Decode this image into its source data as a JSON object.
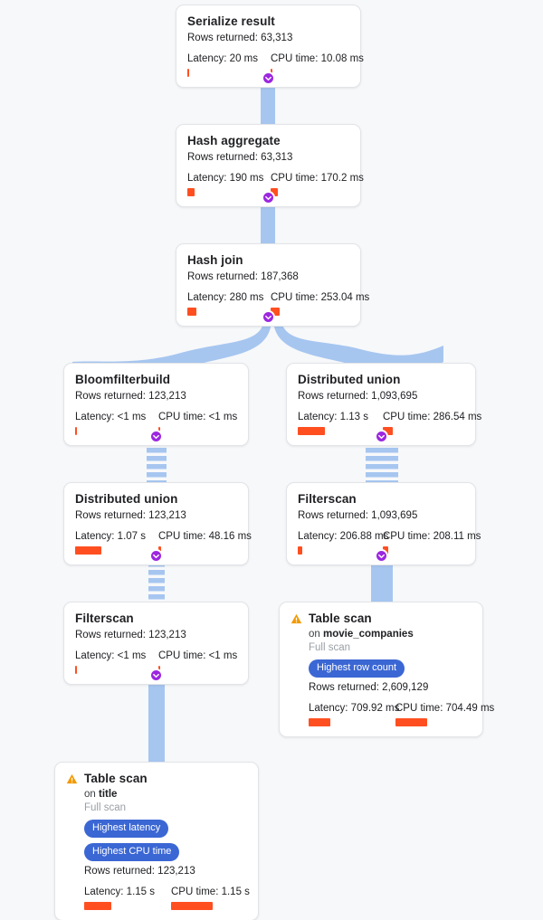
{
  "theme": {
    "background": "#f7f8fa",
    "card_background": "#ffffff",
    "edge_color": "#a6c6f0",
    "toggle_color": "#9c27e0",
    "bar_color": "#ff4f21",
    "badge_color": "#3b67d4",
    "warning_color": "#f29900"
  },
  "labels": {
    "rows_prefix": "Rows returned: ",
    "latency_prefix": "Latency: ",
    "cpu_prefix": "CPU time: ",
    "on_prefix": "on ",
    "toggle_icon": "chevron-down-icon",
    "warning_icon": "warning-triangle-icon"
  },
  "nodes": [
    {
      "id": "serialize-result",
      "title": "Serialize result",
      "rows": "Rows returned: 63,313",
      "latency": "Latency: 20 ms",
      "cpu": "CPU time: 10.08 ms",
      "latency_bar_pct": 2,
      "cpu_bar_pct": 2,
      "warning": false,
      "table": null,
      "scan_type": null,
      "badges": []
    },
    {
      "id": "hash-aggregate",
      "title": "Hash aggregate",
      "rows": "Rows returned: 63,313",
      "latency": "Latency: 190 ms",
      "cpu": "CPU time: 170.2 ms",
      "latency_bar_pct": 17,
      "cpu_bar_pct": 15,
      "warning": false,
      "table": null,
      "scan_type": null,
      "badges": []
    },
    {
      "id": "hash-join",
      "title": "Hash join",
      "rows": "Rows returned: 187,368",
      "latency": "Latency: 280 ms",
      "cpu": "CPU time: 253.04 ms",
      "latency_bar_pct": 24,
      "cpu_bar_pct": 22,
      "warning": false,
      "table": null,
      "scan_type": null,
      "badges": []
    },
    {
      "id": "bloomfilterbuild",
      "title": "Bloomfilterbuild",
      "rows": "Rows returned: 123,213",
      "latency": "Latency: <1 ms",
      "cpu": "CPU time: <1 ms",
      "latency_bar_pct": 2,
      "cpu_bar_pct": 2,
      "warning": false,
      "table": null,
      "scan_type": null,
      "badges": []
    },
    {
      "id": "distributed-union-right",
      "title": "Distributed union",
      "rows": "Rows returned: 1,093,695",
      "latency": "Latency: 1.13 s",
      "cpu": "CPU time: 286.54 ms",
      "latency_bar_pct": 98,
      "cpu_bar_pct": 25,
      "warning": false,
      "table": null,
      "scan_type": null,
      "badges": []
    },
    {
      "id": "distributed-union-left",
      "title": "Distributed union",
      "rows": "Rows returned: 123,213",
      "latency": "Latency: 1.07 s",
      "cpu": "CPU time: 48.16 ms",
      "latency_bar_pct": 93,
      "cpu_bar_pct": 4,
      "warning": false,
      "table": null,
      "scan_type": null,
      "badges": []
    },
    {
      "id": "filterscan-right",
      "title": "Filterscan",
      "rows": "Rows returned: 1,093,695",
      "latency": "Latency: 206.88 ms",
      "cpu": "CPU time: 208.11 ms",
      "latency_bar_pct": 18,
      "cpu_bar_pct": 18,
      "warning": false,
      "table": null,
      "scan_type": null,
      "badges": []
    },
    {
      "id": "filterscan-left",
      "title": "Filterscan",
      "rows": "Rows returned: 123,213",
      "latency": "Latency: <1 ms",
      "cpu": "CPU time: <1 ms",
      "latency_bar_pct": 2,
      "cpu_bar_pct": 2,
      "warning": false,
      "table": null,
      "scan_type": null,
      "badges": []
    },
    {
      "id": "table-scan-movie-companies",
      "title": "Table scan",
      "rows": "Rows returned: 2,609,129",
      "latency": "Latency: 709.92 ms",
      "cpu": "CPU time: 704.49 ms",
      "latency_bar_pct": 62,
      "cpu_bar_pct": 61,
      "warning": true,
      "table": "movie_companies",
      "scan_type": "Full scan",
      "badges": [
        "Highest row count"
      ]
    },
    {
      "id": "table-scan-title",
      "title": "Table scan",
      "rows": "Rows returned: 123,213",
      "latency": "Latency: 1.15 s",
      "cpu": "CPU time: 1.15 s",
      "latency_bar_pct": 100,
      "cpu_bar_pct": 100,
      "warning": true,
      "table": "title",
      "scan_type": "Full scan",
      "badges": [
        "Highest latency",
        "Highest CPU time"
      ]
    }
  ]
}
